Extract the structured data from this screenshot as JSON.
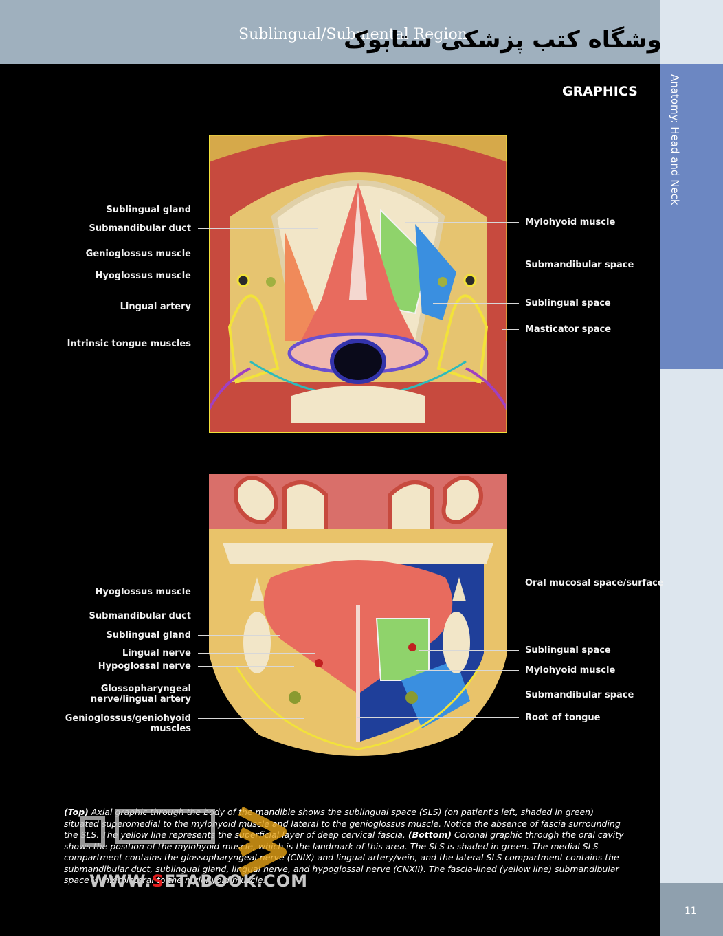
{
  "header": {
    "title": "Sublingual/Submental Region",
    "watermark_text": "فروشگاه کتب پزشکی ستابوک"
  },
  "rail": {
    "label": "Anatomy: Head and Neck",
    "page_number": "11"
  },
  "section_title": "GRAPHICS",
  "top_figure": {
    "left_labels": [
      "Sublingual gland",
      "Submandibular duct",
      "Genioglossus muscle",
      "Hyoglossus muscle",
      "Lingual artery",
      "Intrinsic tongue muscles"
    ],
    "right_labels": [
      "Mylohyoid muscle",
      "Submandibular space",
      "Sublingual space",
      "Masticator space"
    ]
  },
  "bottom_figure": {
    "left_labels": [
      "Hyoglossus muscle",
      "Submandibular duct",
      "Sublingual gland",
      "Lingual nerve",
      "Hypoglossal nerve",
      "Glossopharyngeal nerve/lingual artery",
      "Genioglossus/geniohyoid muscles"
    ],
    "left_label_lines": {
      "glossopharyngeal_1": "Glossopharyngeal",
      "glossopharyngeal_2": "nerve/lingual artery",
      "genioglossus_1": "Genioglossus/geniohyoid",
      "genioglossus_2": "muscles"
    },
    "right_labels": [
      "Oral mucosal space/surface",
      "Sublingual space",
      "Mylohyoid muscle",
      "Submandibular space",
      "Root of tongue"
    ]
  },
  "caption": {
    "lead_top": "(Top)",
    "body_1": " Axial graphic through the body of the mandible shows the sublingual space (SLS) (on patient's left, shaded in green) situated superomedial to the mylohyoid muscle and lateral to the genioglossus muscle. Notice the absence of fascia surrounding the SLS. The yellow line represents the superficial layer of deep cervical fascia. ",
    "lead_bottom": "(Bottom)",
    "body_2": " Coronal graphic through the oral cavity shows the position of the mylohyoid muscle, which is the landmark of this area. The SLS is shaded in green. The medial SLS compartment contains the glossopharyngeal nerve (CNIX) and lingual artery/vein, and the lateral SLS compartment contains the submandibular duct, sublingual gland, lingual nerve, and hypoglossal nerve (CNXII). The fascia-lined (yellow line) submandibular space is inferolateral to the mylohyoid muscle."
  },
  "watermark": {
    "url_prefix": "WWW.",
    "url_s": "S",
    "url_rest": "ETABOOK.COM"
  },
  "colors": {
    "header": "#9fb0be",
    "rail_blue": "#6c87c2",
    "rail_light": "#dde6ee",
    "fascia_yellow": "#f2e23a",
    "sls_green": "#8fd36b",
    "submandibular_blue": "#3a8fe0"
  }
}
